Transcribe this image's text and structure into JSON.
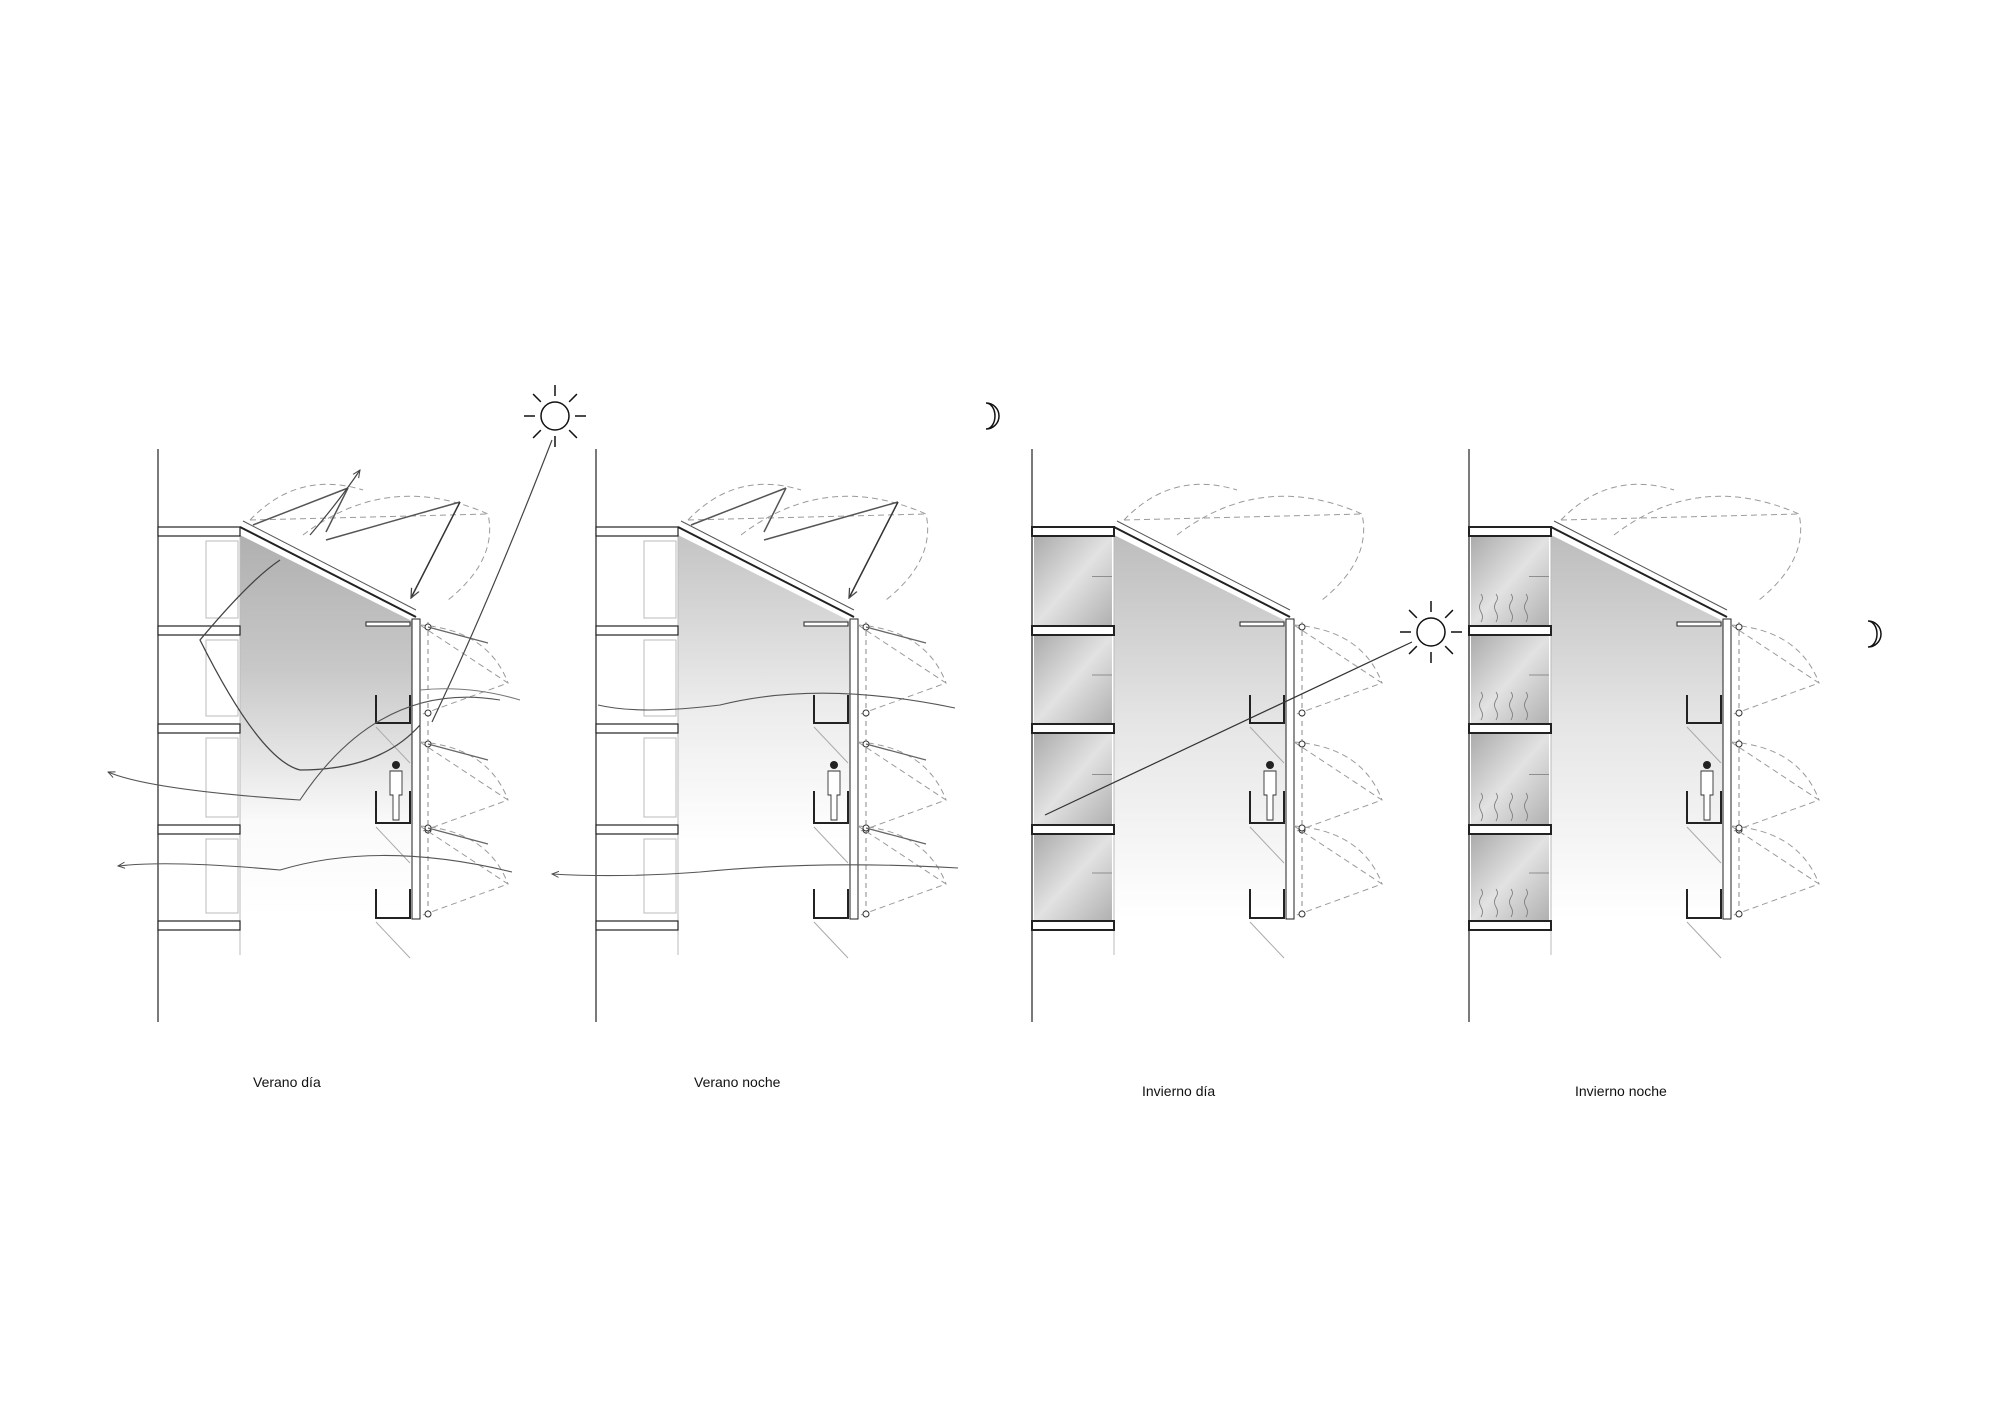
{
  "panels": [
    {
      "id": "summer-day",
      "label": "Verano día",
      "season": "summer",
      "time": "day",
      "icon": "sun-icon"
    },
    {
      "id": "summer-night",
      "label": "Verano noche",
      "season": "summer",
      "time": "night",
      "icon": "moon-icon"
    },
    {
      "id": "winter-day",
      "label": "Invierno día",
      "season": "winter",
      "time": "day",
      "icon": "sun-icon"
    },
    {
      "id": "winter-night",
      "label": "Invierno noche",
      "season": "winter",
      "time": "night",
      "icon": "moon-icon"
    }
  ],
  "colors": {
    "ink": "#222222",
    "dash": "#9a9a9a",
    "shade_dark": "#b4b4b4",
    "shade_light": "#ffffff"
  }
}
